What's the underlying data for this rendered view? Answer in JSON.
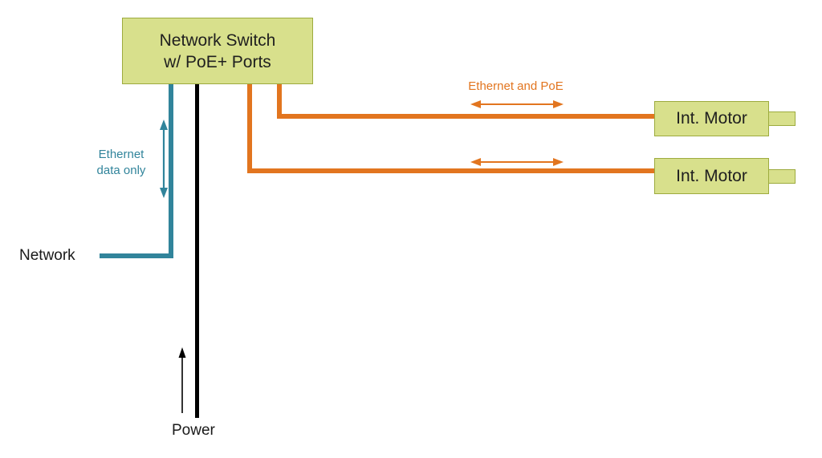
{
  "diagram": {
    "switch": {
      "label_line1": "Network Switch",
      "label_line2": "w/ PoE+ Ports"
    },
    "motors": [
      {
        "label": "Int. Motor"
      },
      {
        "label": "Int. Motor"
      }
    ],
    "labels": {
      "ethernet_poe": "Ethernet and PoE",
      "ethernet_data_line1": "Ethernet",
      "ethernet_data_line2": "data only",
      "network": "Network",
      "power": "Power"
    },
    "colors": {
      "box_fill": "#d8e08c",
      "box_border": "#9dab3e",
      "orange": "#e2751f",
      "blue": "#31849b",
      "black": "#000000"
    }
  }
}
